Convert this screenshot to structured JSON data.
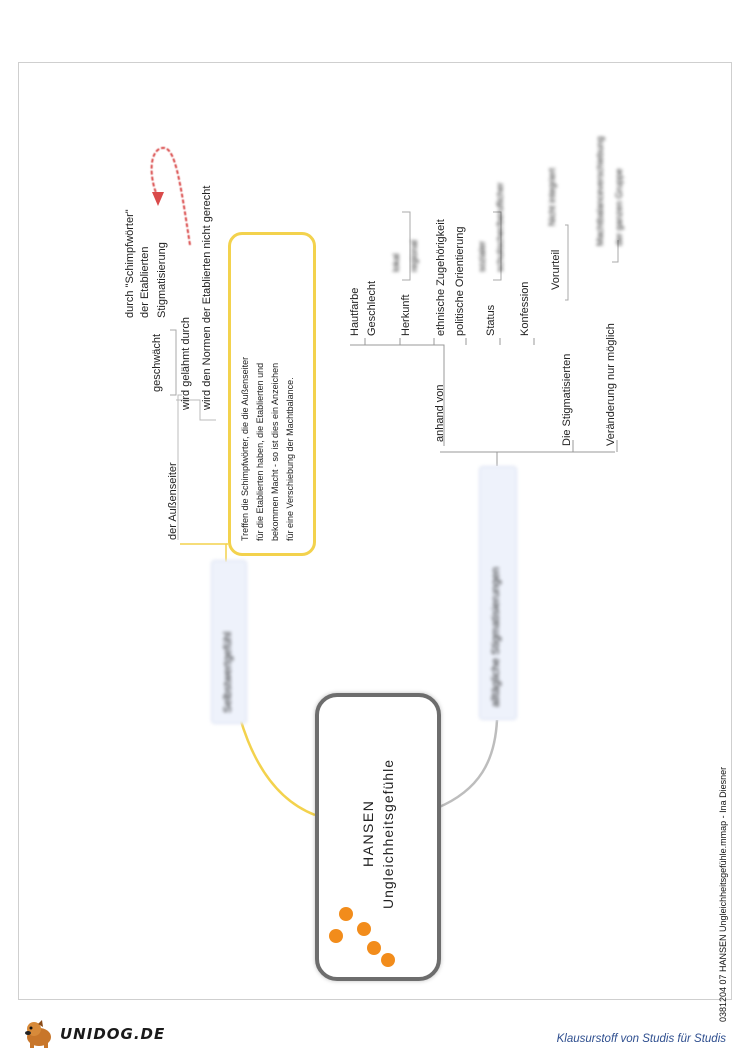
{
  "central": {
    "line1": "HANSEN",
    "line2": "Ungleichheitsgefühle"
  },
  "branch_left": {
    "label": "Selbstwertgefühl"
  },
  "branch_right": {
    "label": "alltägliche Stigmatisierungen"
  },
  "left_items": {
    "aussenseiter": "der Außenseiter",
    "geschwaecht": "geschwächt",
    "durch": "durch \"Schimpfwörter\"",
    "etablierten": "der Etablierten",
    "stigmatisierung": "Stigmatisierung",
    "gelaehmt": "wird gelähmt durch",
    "normen": "wird den Normen der Etablierten nicht gerecht"
  },
  "note": {
    "lines": [
      "Treffen die Schimpfwörter, die die Außenseiter",
      "für die Etablierten haben, die Etablierten und",
      "bekommen Macht - so ist dies ein Anzeichen",
      "für eine Verschiebung der Machtbalance."
    ]
  },
  "right_items": {
    "anhand": "anhand von",
    "hautfarbe": "Hautfarbe",
    "geschlecht": "Geschlecht",
    "herkunft": "Herkunft",
    "lokal": "lokal",
    "regional": "regional",
    "ethnisch": "ethnische Zugehörigkeit",
    "politisch": "politische Orientierung",
    "status": "Status",
    "sozial": "sozialer",
    "schul": "schulischer/beruflicher",
    "konfession": "Konfession",
    "stigmatisierten": "Die Stigmatisierten",
    "vorurteil": "Vorurteil",
    "nicht": "Nicht integriert",
    "veraenderung": "Veränderung nur möglich",
    "machtverschiebung": "Machtbalanceverschiebung",
    "gruppe": "der ganzen Gruppe"
  },
  "footer": {
    "filename": "0381204 07 HANSEN Ungleichheitsgefühle.mmap - Ina Diesner",
    "brand": "UNIDOG.DE",
    "slogan": "Klausurstoff von Studis für Studis"
  },
  "colors": {
    "accent_yellow": "#f3d24d",
    "accent_orange": "#f28c1b",
    "arrow_red": "#d94a4a"
  }
}
